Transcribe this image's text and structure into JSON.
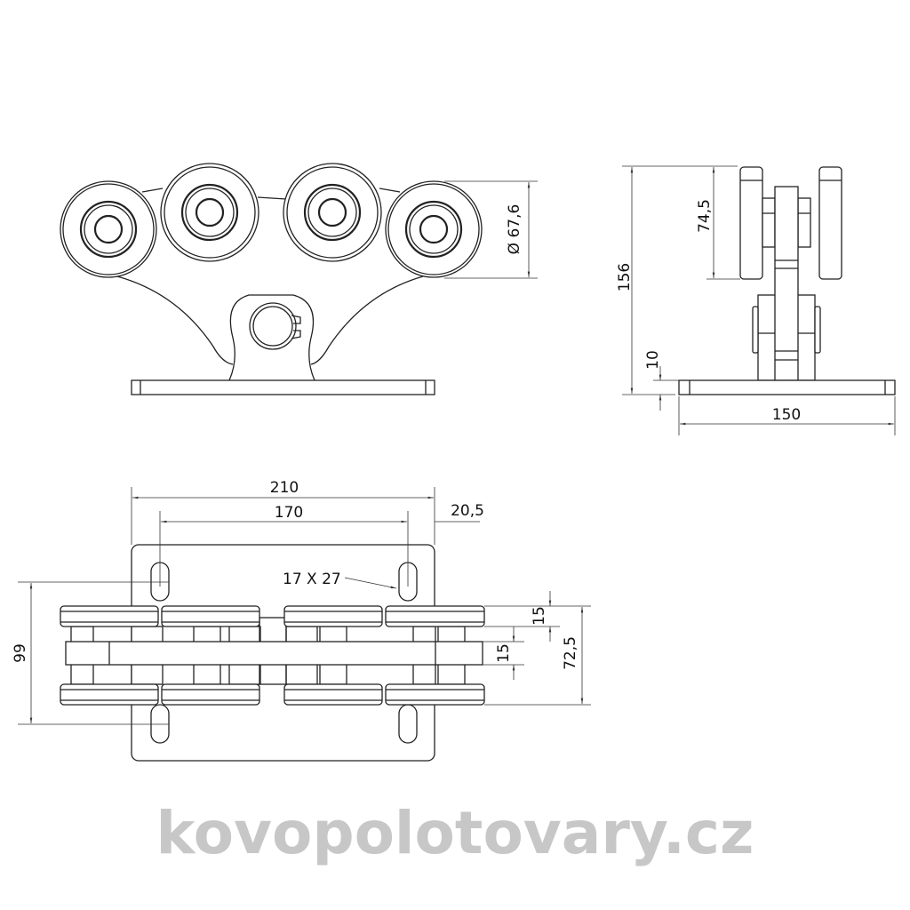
{
  "drawing": {
    "front_view": {
      "wheel_diameter_label": "Ø 67,6"
    },
    "side_view": {
      "height_label": "156",
      "wheel_height_label": "74,5",
      "plate_thickness_label": "10",
      "plate_width_label": "150"
    },
    "top_view": {
      "plate_length_label": "210",
      "hole_spacing_label": "170",
      "hole_offset_label": "20,5",
      "slot_size_label": "17 X 27",
      "hole_spacing_y_label": "99",
      "wheel_width_label": "15",
      "beam_width_label": "15",
      "wheel_span_label": "72,5"
    },
    "watermark": "kovopolotovary.cz"
  },
  "colors": {
    "line": "#222222",
    "watermark": "#9a9a9a"
  }
}
